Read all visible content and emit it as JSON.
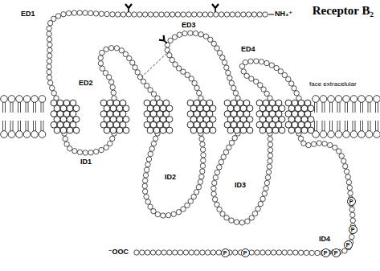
{
  "diagram": {
    "title": "Receptor B₂",
    "nodes": [
      {
        "text": [
          "P"
        ]
      },
      {
        "text": [
          "P"
        ]
      },
      {
        "text": [
          "P"
        ]
      },
      {
        "text": [
          "P"
        ]
      },
      {
        "text": [
          "P"
        ]
      },
      {
        "text": [
          "P"
        ]
      },
      {
        "text": [
          "P"
        ]
      }
    ],
    "labels": [
      "ED1",
      "ED2",
      "ED3",
      "ED4",
      "ID1",
      "ID2",
      "ID3",
      "ID4",
      "face extracelular",
      "NH₃⁺",
      "⁻OOC"
    ]
  }
}
